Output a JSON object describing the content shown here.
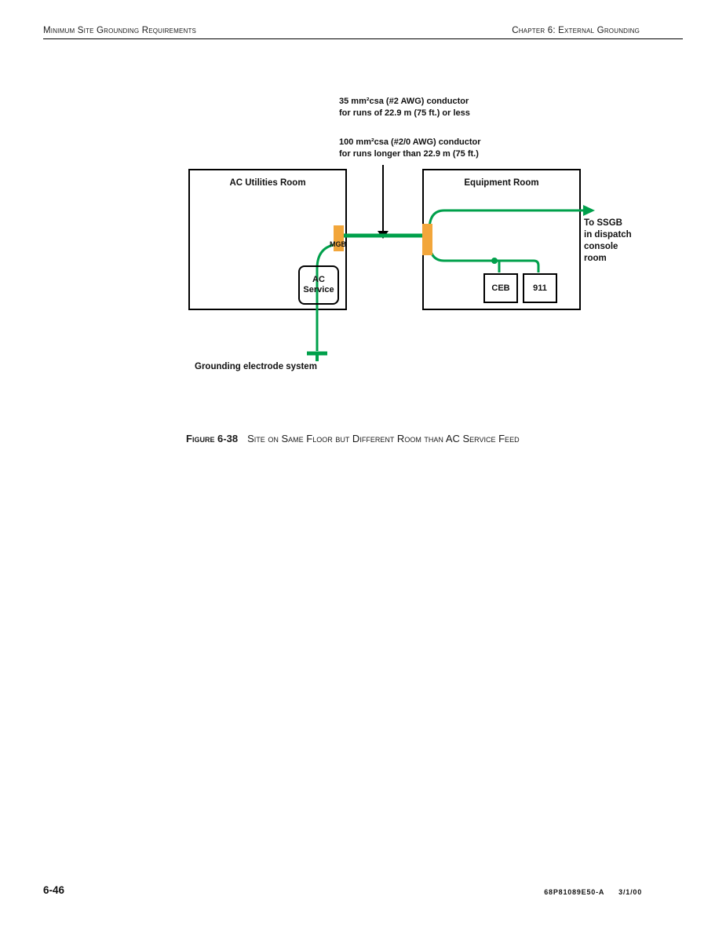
{
  "header": {
    "left": "Minimum Site Grounding Requirements",
    "right": "Chapter 6: External Grounding"
  },
  "diagram": {
    "annotation_short": "35 mm²csa (#2 AWG) conductor\nfor runs of 22.9 m (75 ft.) or less",
    "annotation_long": "100 mm²csa (#2/0 AWG) conductor\nfor runs longer than 22.9 m (75 ft.)",
    "left_room_title": "AC Utilities Room",
    "right_room_title": "Equipment Room",
    "mgb_label": "MGB",
    "ac_service_label": "AC\nService",
    "ceb_label": "CEB",
    "nine11_label": "911",
    "ssgb_label": "To SSGB\nin dispatch\nconsole\nroom",
    "ground_label": "Grounding electrode system",
    "colors": {
      "conductor_green": "#00A04B",
      "bus_bar_orange": "#F2A63B"
    }
  },
  "figure": {
    "caption_label": "Figure 6-38",
    "caption_text": "Site on Same Floor but Different Room than AC Service Feed"
  },
  "footer": {
    "page_number": "6-46",
    "doc_number": "68P81089E50-A",
    "date": "3/1/00"
  }
}
